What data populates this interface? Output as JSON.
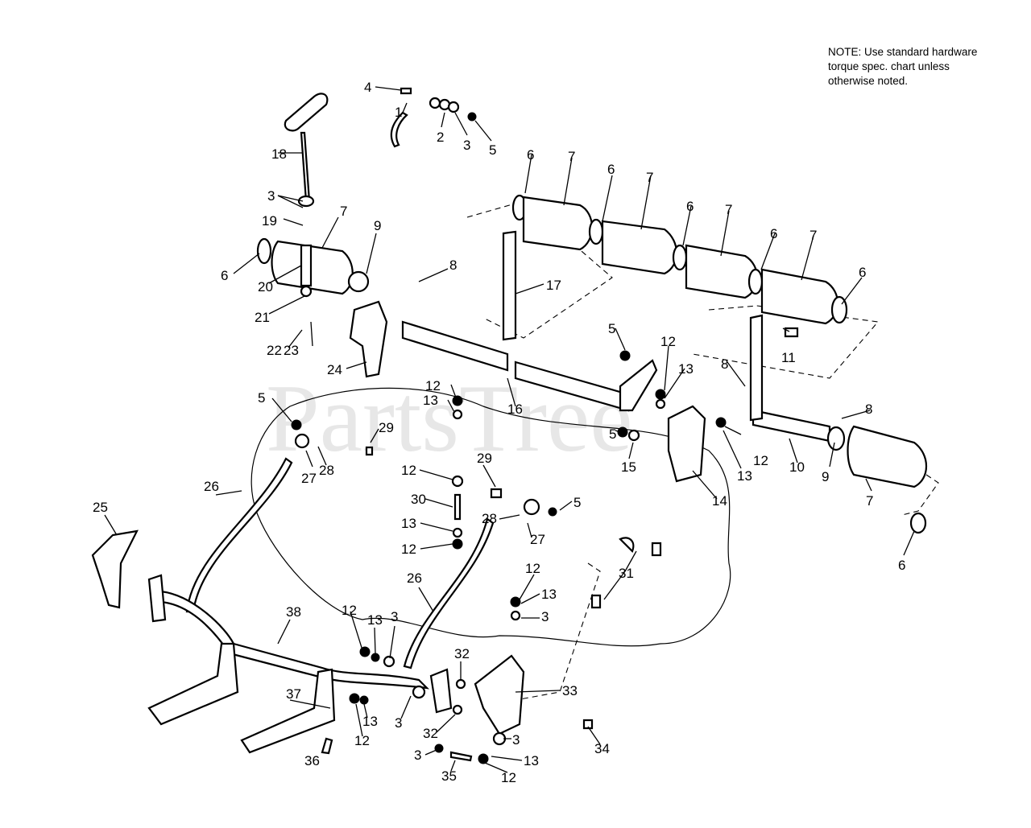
{
  "note": {
    "lines": [
      "NOTE: Use standard hardware",
      "torque spec. chart unless",
      "otherwise noted."
    ]
  },
  "watermark": "PartsTree",
  "callouts": [
    "4",
    "1",
    "2",
    "3",
    "5",
    "18",
    "3",
    "19",
    "7",
    "9",
    "6",
    "20",
    "21",
    "22",
    "23",
    "8",
    "6",
    "7",
    "6",
    "7",
    "6",
    "7",
    "6",
    "7",
    "6",
    "17",
    "24",
    "5",
    "11",
    "12",
    "13",
    "8",
    "12",
    "13",
    "16",
    "5",
    "15",
    "12",
    "13",
    "14",
    "8",
    "10",
    "9",
    "7",
    "6",
    "5",
    "27",
    "28",
    "29",
    "12",
    "30",
    "13",
    "12",
    "29",
    "28",
    "27",
    "5",
    "26",
    "25",
    "26",
    "12",
    "13",
    "3",
    "31",
    "38",
    "12",
    "13",
    "3",
    "32",
    "33",
    "37",
    "13",
    "12",
    "3",
    "32",
    "3",
    "36",
    "3",
    "35",
    "13",
    "12",
    "34"
  ]
}
